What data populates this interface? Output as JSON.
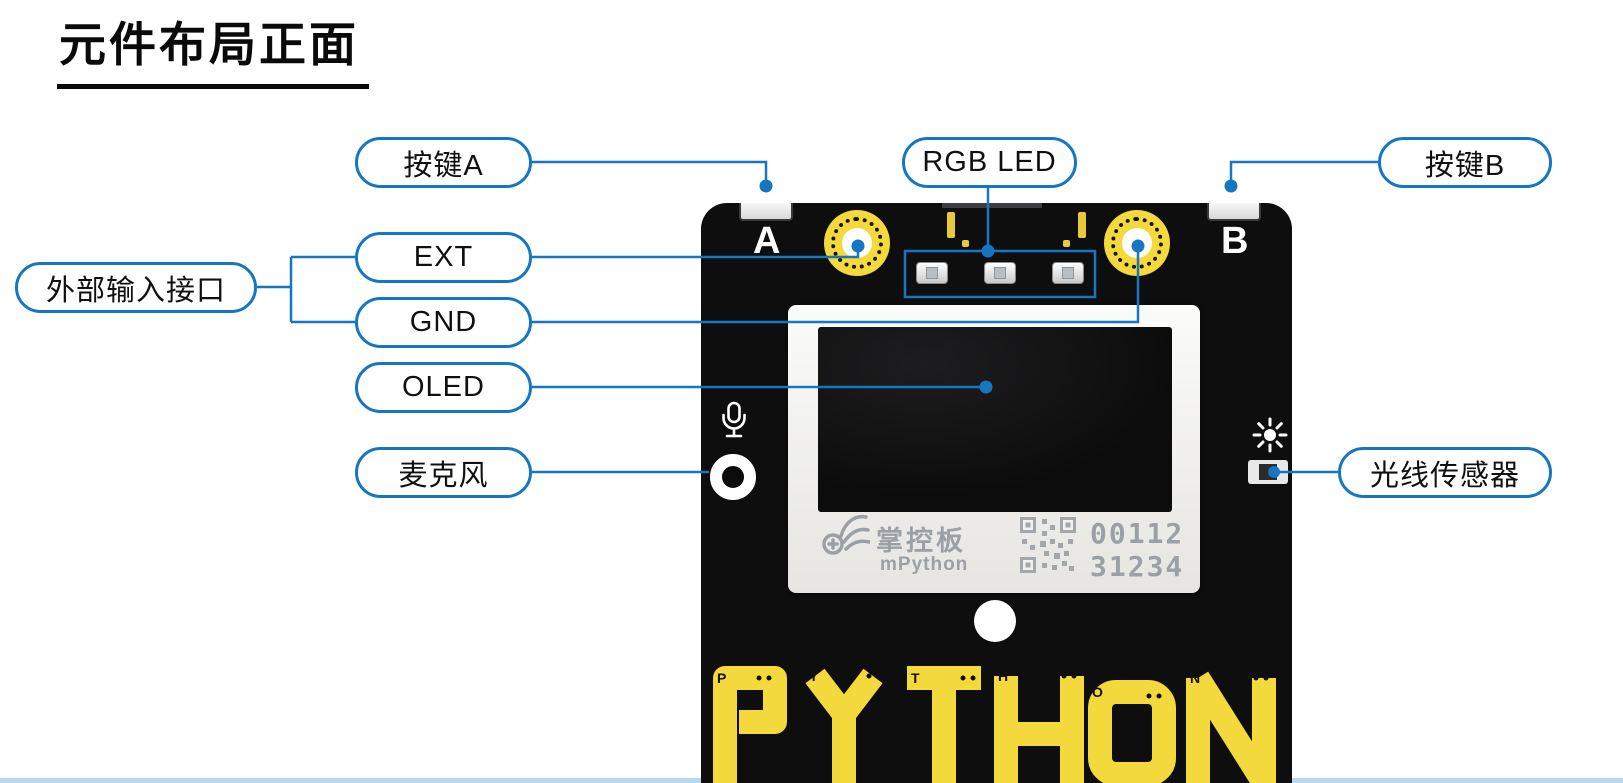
{
  "title": "元件布局正面",
  "callouts": {
    "button_a": "按键A",
    "rgb_led": "RGB LED",
    "button_b": "按键B",
    "ext_input": "外部输入接口",
    "ext": "EXT",
    "gnd": "GND",
    "oled": "OLED",
    "mic": "麦克风",
    "light_sensor": "光线传感器"
  },
  "board": {
    "corner_label_a": "A",
    "corner_label_b": "B",
    "logo_cn": "掌控板",
    "logo_en": "mPython",
    "serial_line1": "00112",
    "serial_line2": "31234",
    "python_letters": [
      "P",
      "Y",
      "T",
      "H",
      "O",
      "N"
    ]
  },
  "colors": {
    "accent_blue": "#1576c2",
    "board_black": "#0e0e0e",
    "pad_yellow": "#f3d93b",
    "oled_frame_silver": "#f2f1ee",
    "oled_screen_black": "#0c0c0c",
    "print_gray": "#9ba0a6"
  }
}
